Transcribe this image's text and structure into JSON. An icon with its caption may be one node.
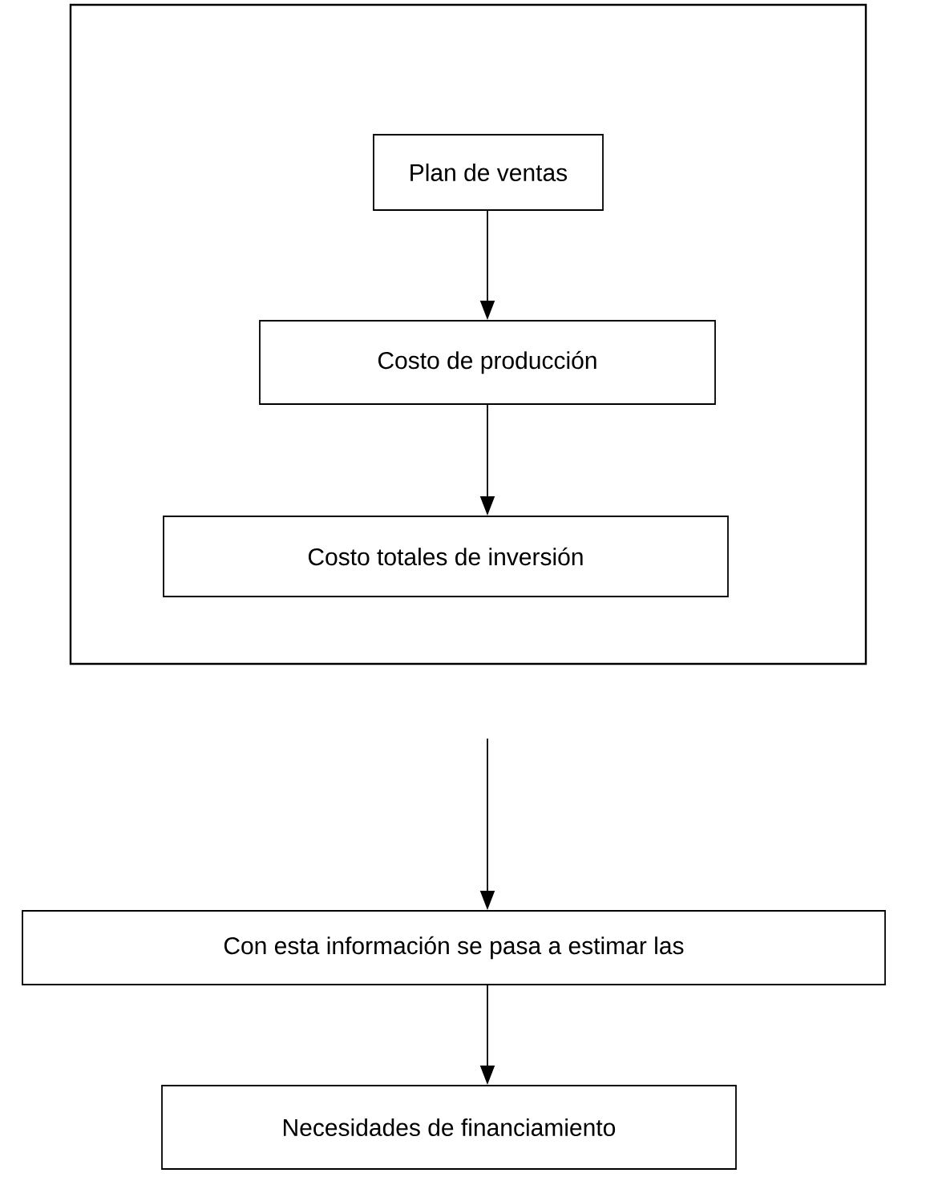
{
  "diagram": {
    "nodes": [
      {
        "text": [],
        "shape": "box"
      },
      {
        "text": [
          "Plan de ventas"
        ],
        "in": 0
      },
      {
        "text": [
          "Costo de producción"
        ],
        "in": 0
      },
      {
        "text": [
          "Costo totales de inversión"
        ],
        "in": 0
      },
      {
        "text": [
          "Con esta información se pasa a estimar las"
        ]
      },
      {
        "text": [
          "Necesidades de financiamiento"
        ]
      }
    ],
    "edges": [
      {
        "from": 1,
        "to": 2,
        "arrow": "to"
      },
      {
        "from": 2,
        "to": 3,
        "arrow": "to"
      },
      {
        "from": 0,
        "to": 4,
        "arrow": "to"
      },
      {
        "from": 4,
        "to": 5,
        "arrow": "to"
      }
    ]
  }
}
